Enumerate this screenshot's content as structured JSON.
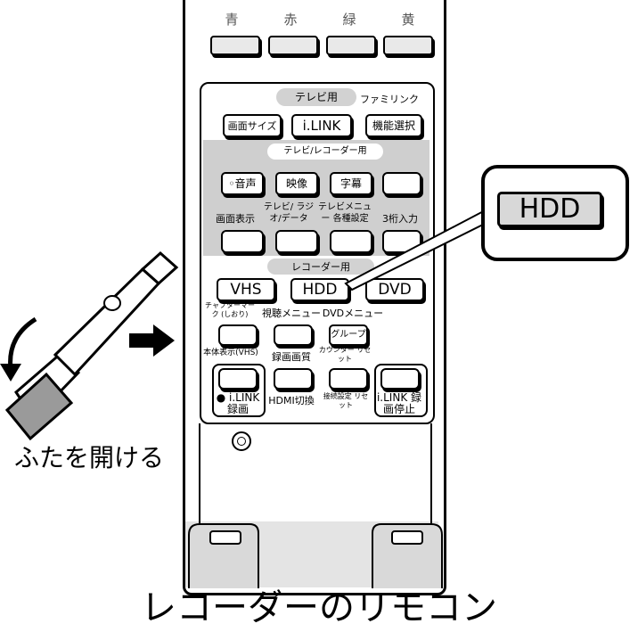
{
  "color_keys": [
    "青",
    "赤",
    "緑",
    "黄"
  ],
  "section_tv": {
    "label": "テレビ用",
    "label_right": "ファミリンク"
  },
  "row1_buttons": [
    "画面サイズ",
    "i.LINK",
    "機能選択"
  ],
  "section_tv_recorder": {
    "label": "テレビ/レコーダー用"
  },
  "row2_buttons": [
    "◦音声",
    "映像",
    "字幕"
  ],
  "row3_labels": [
    "画面表示",
    "テレビ/ ラジオ/データ",
    "テレビメニュー 各種設定",
    "3桁入力"
  ],
  "section_recorder": {
    "label": "レコーダー用"
  },
  "source_buttons": [
    "VHS",
    "HDD",
    "DVD"
  ],
  "row5_labels": [
    "チャプターマーク (しおり)",
    "視聴メニュー",
    "DVDメニュー"
  ],
  "group_button": "グループ",
  "row6_labels": [
    "本体表示(VHS)",
    "録画画質",
    "カウンター リセット"
  ],
  "row7_labels": [
    "● i.LINK 録画",
    "HDMI切換",
    "接続設定 リセット",
    "i.LINK 録画停止"
  ],
  "callout_label": "HDD",
  "open_lid_caption": "ふたを開ける",
  "title": "レコーダーのリモコン"
}
